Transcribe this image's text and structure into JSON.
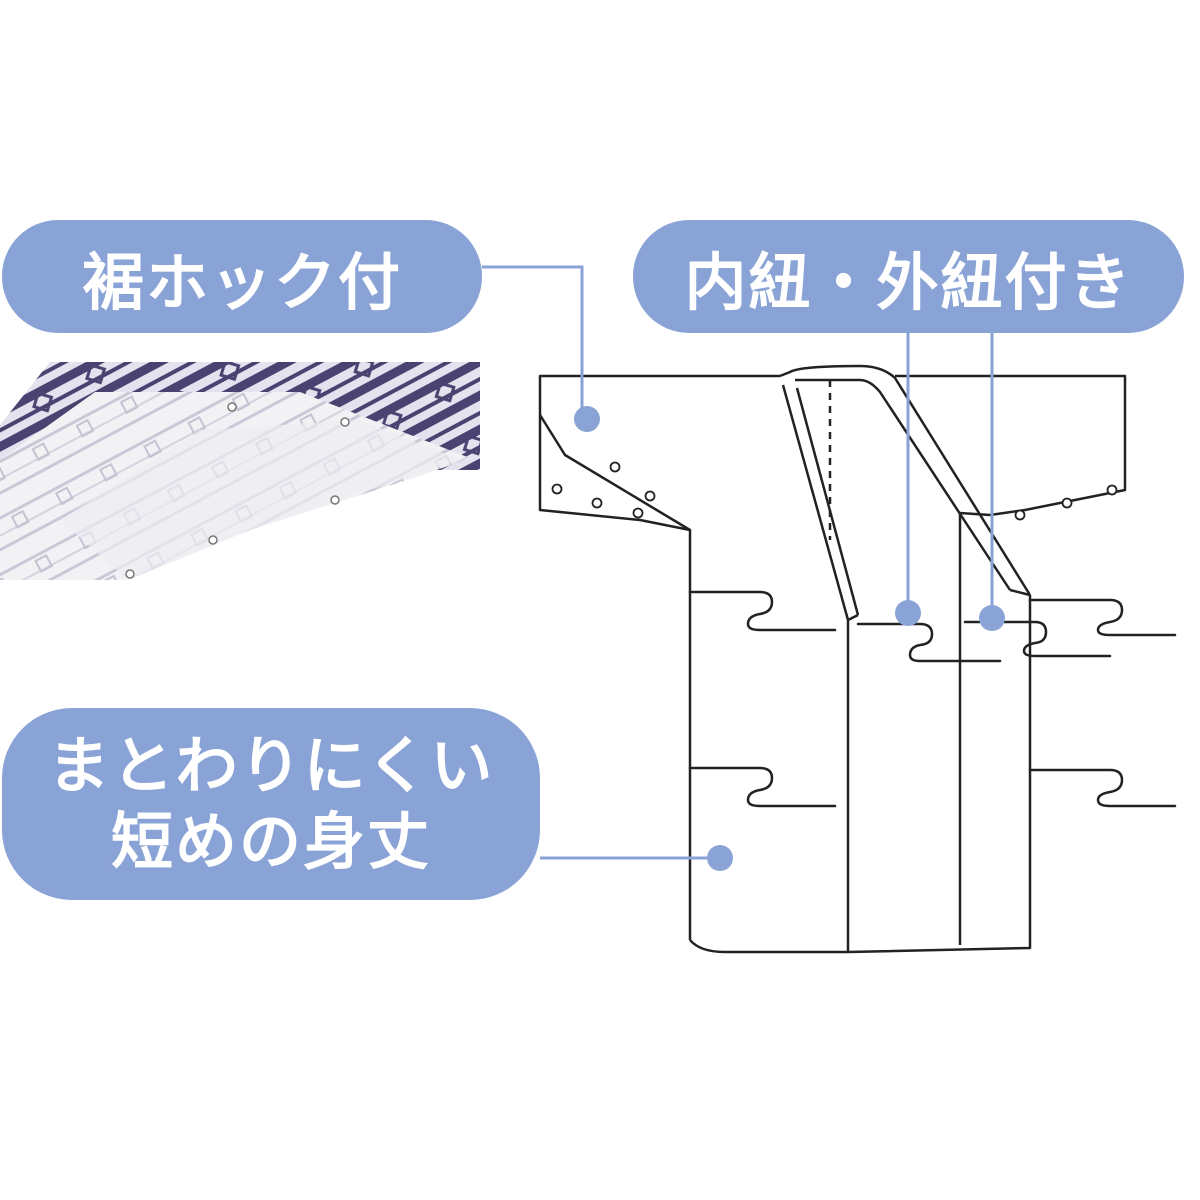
{
  "callouts": {
    "hem_hook": "裾ホック付",
    "inner_outer_ties": "内紐・外紐付き",
    "short_length_line1": "まとわりにくい",
    "short_length_line2": "短めの身丈"
  },
  "colors": {
    "accent": "#8aa3d6",
    "fabric_dark": "#4a4270",
    "outline": "#222222"
  },
  "icons": {
    "photo": "kimono-hem-fabric-photo",
    "garment": "kimono-outline-diagram"
  }
}
